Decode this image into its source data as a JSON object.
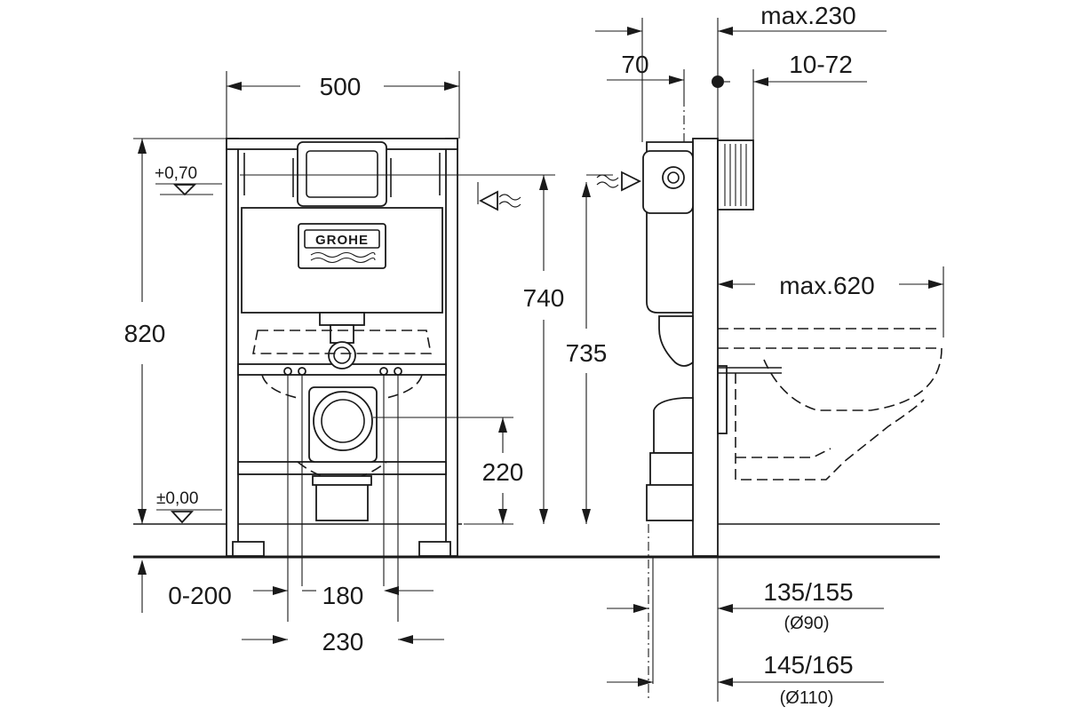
{
  "brand": {
    "logo_text": "GROHE"
  },
  "levels": {
    "top": "+0,70",
    "floor": "±0,00"
  },
  "front_view": {
    "width": "500",
    "height": "820",
    "inlet_height": "740",
    "outlet_height": "220",
    "adjust_range": "0-200",
    "bolt_spacing_inner": "180",
    "bolt_spacing_outer": "230"
  },
  "side_view": {
    "max_depth": "max.230",
    "cistern_depth": "70",
    "wall_thickness": "10-72",
    "bowl_projection": "max.620",
    "inlet_height": "735",
    "pipe_90_offset": "135/155",
    "pipe_90_diameter": "(Ø90)",
    "pipe_110_offset": "145/165",
    "pipe_110_diameter": "(Ø110)"
  }
}
